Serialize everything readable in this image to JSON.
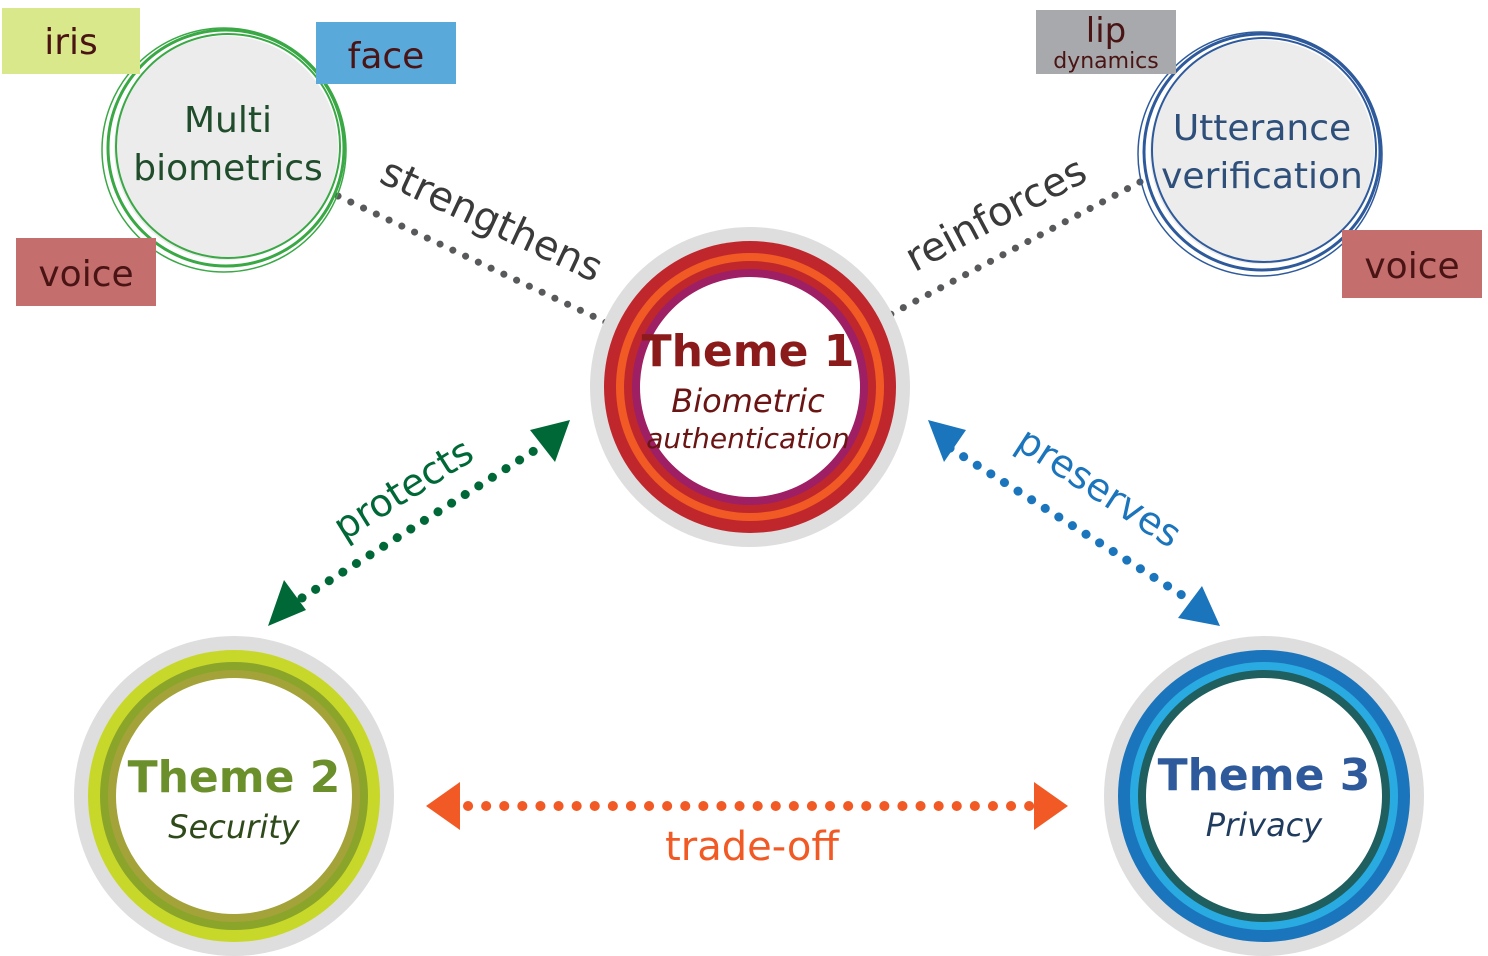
{
  "themes": {
    "theme1": {
      "title": "Theme 1",
      "subtitle_line1": "Biometric",
      "subtitle_line2": "authentication"
    },
    "theme2": {
      "title": "Theme 2",
      "subtitle": "Security"
    },
    "theme3": {
      "title": "Theme 3",
      "subtitle": "Privacy"
    }
  },
  "side_circles": {
    "multi": {
      "line1": "Multi",
      "line2": "biometrics"
    },
    "utterance": {
      "line1": "Utterance",
      "line2": "verification"
    }
  },
  "tags": {
    "iris": "iris",
    "face": "face",
    "voice_left": "voice",
    "lip_line1": "lip",
    "lip_line2": "dynamics",
    "voice_right": "voice"
  },
  "relations": {
    "strengthens": "strengthens",
    "reinforces": "reinforces",
    "protects": "protects",
    "preserves": "preserves",
    "tradeoff": "trade-off"
  },
  "colors": {
    "theme1_ring": "#c0272d",
    "theme1_accent": "#f15a24",
    "theme1_inner": "#9e1f63",
    "theme1_text": "#8b1a1a",
    "theme2_ring": "#c8d82a",
    "theme2_text": "#6b8f2a",
    "theme3_ring": "#1b75bc",
    "theme3_text": "#2e5a9b",
    "protects": "#006837",
    "preserves": "#1b75bc",
    "tradeoff": "#f15a24",
    "neutral_dots": "#58595b",
    "multi_ring": "#39a845",
    "utterance_ring": "#2e5a9b",
    "tag_iris": "#d9e88a",
    "tag_face": "#5aa9db",
    "tag_voice": "#c46e6e",
    "tag_lip": "#a7a9ac"
  }
}
